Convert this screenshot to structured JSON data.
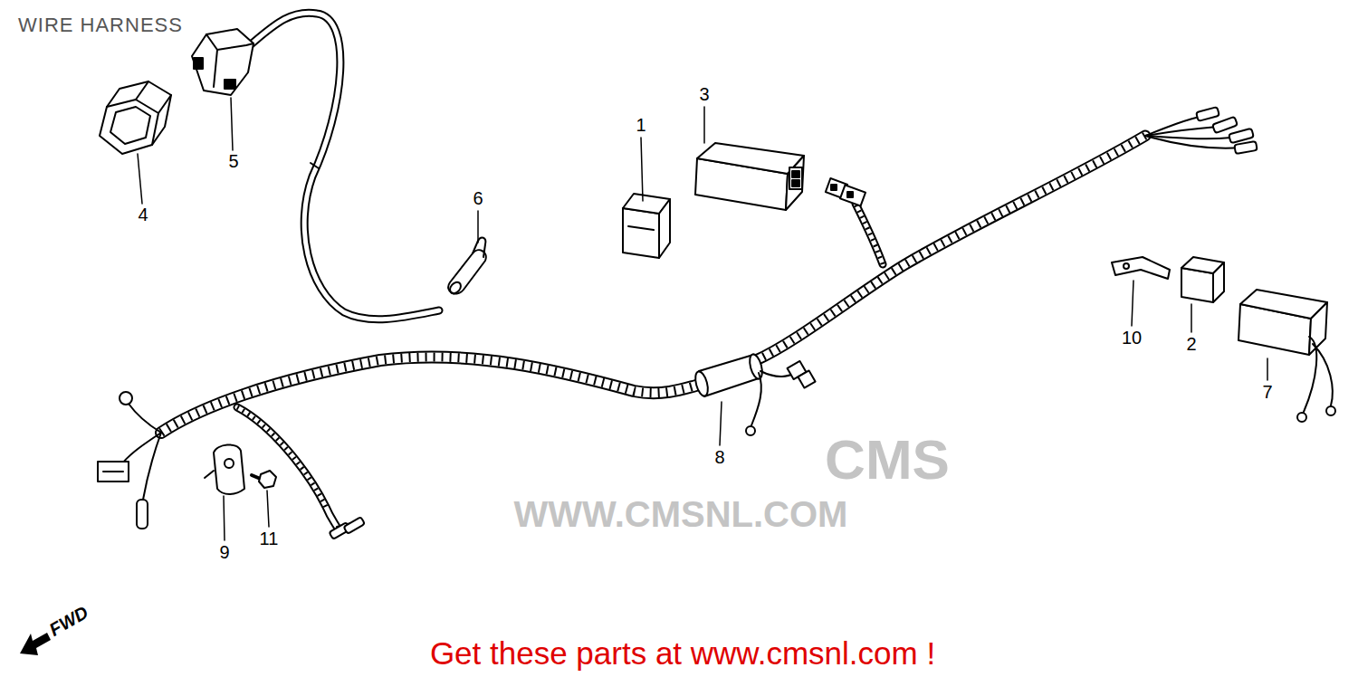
{
  "diagram": {
    "title": "WIRE HARNESS",
    "caption": "Get these parts at www.cmsnl.com !",
    "labels": [
      "3",
      "5",
      "1",
      "6",
      "4",
      "10",
      "2",
      "7",
      "8",
      "9",
      "11",
      "CMS",
      "WWW.CMSNL.COM",
      "FWD"
    ]
  }
}
